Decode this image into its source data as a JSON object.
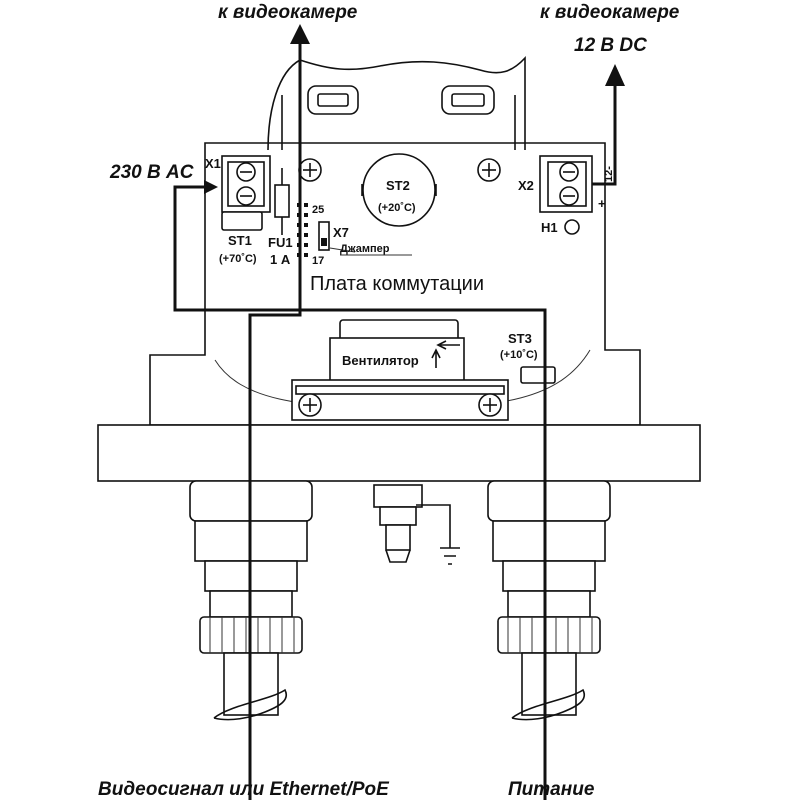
{
  "labels": {
    "to_camera_left": "к видеокамере",
    "to_camera_right": "к видеокамере",
    "dc_voltage": "12 В DC",
    "ac_voltage": "230 В AC",
    "x1": "X1",
    "x2": "X2",
    "x7": "X7",
    "h1": "H1",
    "st1": "ST1",
    "st1_temp": "(+70˚C)",
    "st2": "ST2",
    "st2_temp": "(+20˚C)",
    "st3": "ST3",
    "st3_temp": "(+10˚C)",
    "fu1": "FU1",
    "fu1_rating": "1 А",
    "pin25": "25",
    "pin17": "17",
    "jumper": "Джампер",
    "board": "Плата коммутации",
    "fan": "Вентилятор",
    "x2_terminal_mark": "12-",
    "x2_plus": "+",
    "video_signal": "Видеосигнал или Ethernet/PoE",
    "power": "Питание"
  }
}
